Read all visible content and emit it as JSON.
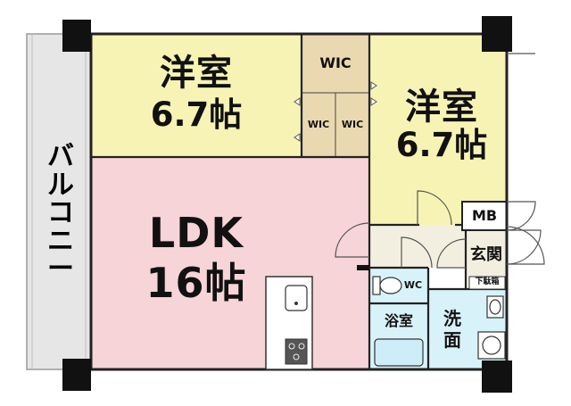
{
  "rooms": {
    "western_room_1": {
      "name": "洋室",
      "size": "6.7帖"
    },
    "western_room_2": {
      "name": "洋室",
      "size": "6.7帖"
    },
    "ldk": {
      "name": "LDK",
      "size": "16帖"
    },
    "wic_top": "WIC",
    "wic_left": "WIC",
    "wic_right": "WIC",
    "mb": "MB",
    "entrance": "玄関",
    "shoe_box": "下駄箱",
    "toilet": "WC",
    "bath": "浴室",
    "washroom_line1": "洗",
    "washroom_line2": "面",
    "balcony": [
      "バ",
      "ル",
      "コ",
      "ニ",
      "ー"
    ]
  },
  "colors": {
    "western_room": "#f7f3b4",
    "ldk": "#f6d4d7",
    "wic": "#ead8b0",
    "entrance": "#f3efe0",
    "wet_area": "#d8f2fa",
    "balcony": "#e6e6e6",
    "wall": "#222222",
    "pillar": "#111111"
  }
}
